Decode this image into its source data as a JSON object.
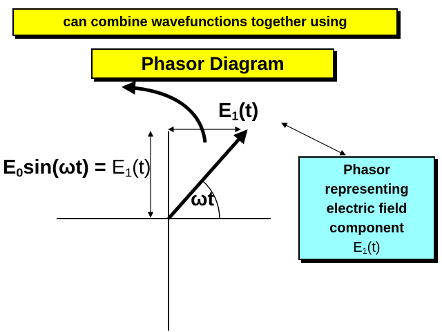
{
  "header": {
    "top_banner": "can combine wavefunctions together using",
    "title": "Phasor Diagram"
  },
  "labels": {
    "e1_letter": "E",
    "e1_sub": "1",
    "e1_arg": "(t)",
    "eq_e": "E",
    "eq_e_sub": "0",
    "eq_sin": "sin(",
    "eq_omega": "ω",
    "eq_t_close": "t) =",
    "eq_rhs_e": "E",
    "eq_rhs_sub": "1",
    "eq_rhs_arg": "(t)",
    "angle_omega": "ω",
    "angle_t": "t"
  },
  "phasor_box": {
    "line1": "Phasor",
    "line2": "representing",
    "line3": "electric field",
    "line4": "component",
    "line5_e": "E",
    "line5_sub": "1",
    "line5_arg": "(t)"
  },
  "colors": {
    "banner_fill": "#ffff00",
    "phasor_box_fill": "#99ffff"
  }
}
